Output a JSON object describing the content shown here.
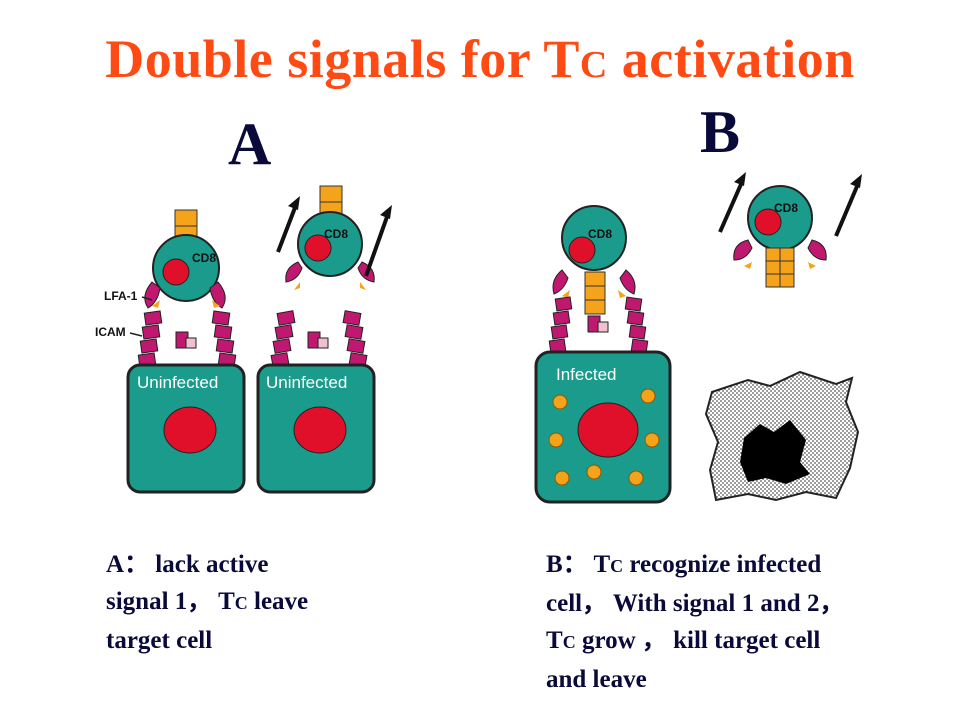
{
  "title": {
    "main": "Double signals for T",
    "subscript": "C",
    "rest": " activation"
  },
  "panels": {
    "a": "A",
    "b": "B"
  },
  "labels": {
    "lfa1": "LFA-1",
    "icam": "ICAM",
    "cd8": "CD8",
    "uninfected": "Uninfected",
    "infected": "Infected"
  },
  "captions": {
    "a": {
      "line1": "A： lack active",
      "line2_pre": "signal 1， T",
      "line2_sub": "C",
      "line2_post": " leave",
      "line3": "target cell"
    },
    "b": {
      "line1_pre": "B： T",
      "line1_sub": "C",
      "line1_post": " recognize infected",
      "line2": "cell， With signal 1 and 2，",
      "line3_pre": "T",
      "line3_sub": "C",
      "line3_post": " grow ， kill target cell",
      "line4": "and leave"
    }
  },
  "colors": {
    "title": "#ff4a14",
    "teal": "#1a9b8c",
    "red": "#e0102a",
    "magenta": "#c01870",
    "orange": "#f5a31a"
  }
}
